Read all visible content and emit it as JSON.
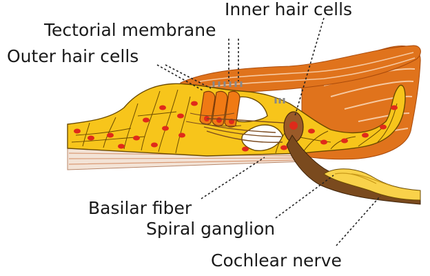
{
  "labels": {
    "inner_hair_cells": "Inner hair cells",
    "tectorial_membrane": "Tectorial membrane",
    "outer_hair_cells": "Outer hair cells",
    "basilar_fiber": "Basilar fiber",
    "spiral_ganglion": "Spiral ganglion",
    "cochlear_nerve": "Cochlear nerve"
  },
  "colors": {
    "tectorial": "#e0731c",
    "tectorial_stripe": "#f6c9a1",
    "organ": "#f7c51b",
    "organ_outline": "#6b4a00",
    "nuclei": "#e02a1a",
    "outer_hair_cell": "#f07a14",
    "nerve_fiber": "#7a4a1e",
    "ganglion": "#f9d24a",
    "basilar": "#f3e3d6",
    "basilar_stripe": "#d99a75"
  }
}
